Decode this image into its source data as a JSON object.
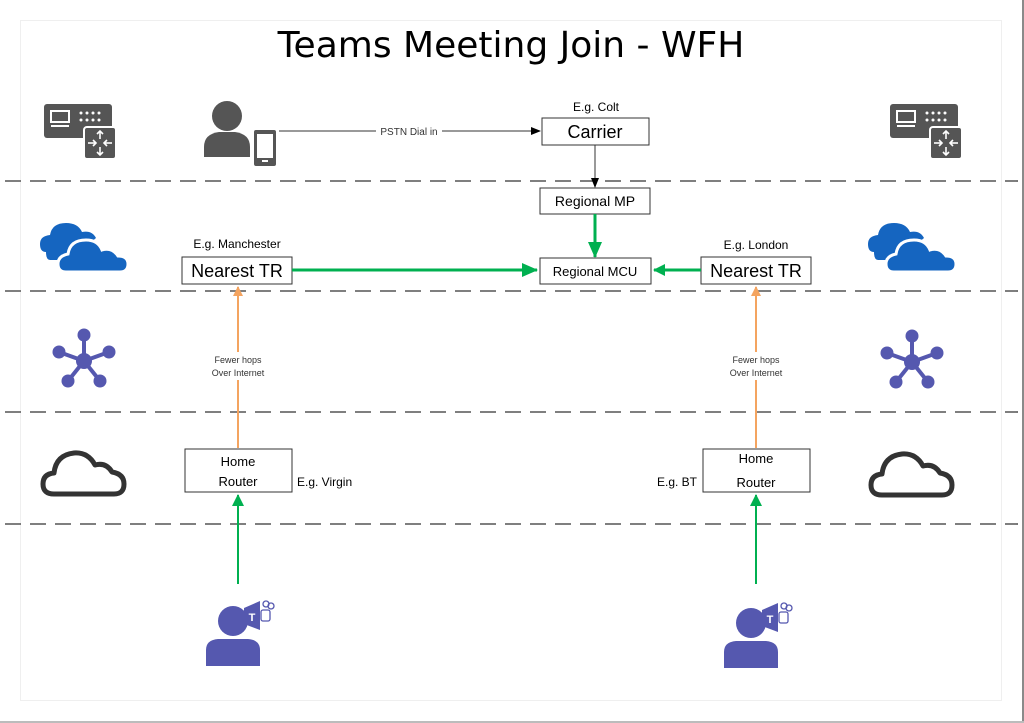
{
  "title": "Teams Meeting Join - WFH",
  "colors": {
    "green_arrow": "#00b050",
    "orange_arrow": "#f4a460",
    "lane_dash": "#555555",
    "icon_gray": "#555555",
    "cloud_blue": "#1565c0",
    "teams_purple": "#5558af"
  },
  "lanes": [
    {
      "name": "on-premises",
      "icon": "router-switch-icon"
    },
    {
      "name": "microsoft-cloud",
      "icon": "onedrive-cloud-icon"
    },
    {
      "name": "internet-hub",
      "icon": "network-hub-icon"
    },
    {
      "name": "isp-cloud",
      "icon": "cloud-outline-icon"
    },
    {
      "name": "users",
      "icon": "teams-user-icon"
    }
  ],
  "nodes": {
    "carrier": {
      "label": "Carrier",
      "caption": "E.g. Colt"
    },
    "regional_mp": {
      "label": "Regional MP"
    },
    "regional_mcu": {
      "label": "Regional MCU"
    },
    "nearest_tr_left": {
      "label": "Nearest TR",
      "caption": "E.g. Manchester"
    },
    "nearest_tr_right": {
      "label": "Nearest TR",
      "caption": "E.g. London"
    },
    "home_router_left": {
      "line1": "Home",
      "line2": "Router",
      "caption": "E.g. Virgin"
    },
    "home_router_right": {
      "line1": "Home",
      "line2": "Router",
      "caption": "E.g. BT"
    }
  },
  "edges": {
    "pstn": {
      "label": "PSTN Dial in"
    },
    "internet_left": {
      "line1": "Fewer hops",
      "line2": "Over Internet"
    },
    "internet_right": {
      "line1": "Fewer hops",
      "line2": "Over Internet"
    }
  },
  "actors": {
    "pstn_user": {
      "icon": "phone-user-icon"
    },
    "teams_user_left": {
      "icon": "teams-user-icon",
      "badge": "T"
    },
    "teams_user_right": {
      "icon": "teams-user-icon",
      "badge": "T"
    }
  }
}
